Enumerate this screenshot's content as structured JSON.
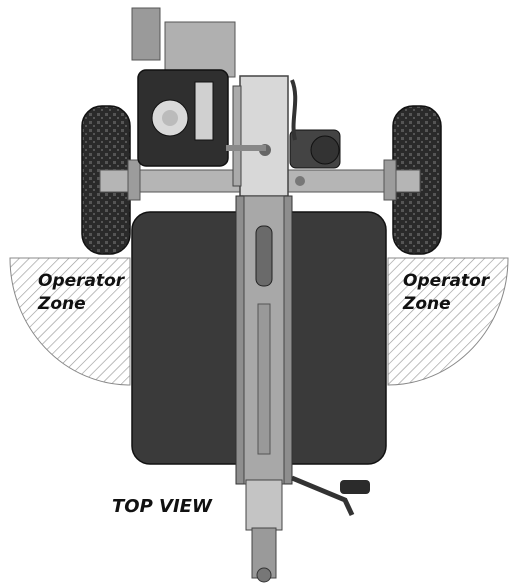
{
  "labels": {
    "left_zone": [
      "Operator",
      "Zone"
    ],
    "right_zone": [
      "Operator",
      "Zone"
    ],
    "view": "TOP VIEW"
  },
  "colors": {
    "plate": "#3a3a3a",
    "beam": "#8e8e8e",
    "tire": "#2a2a2a",
    "frame": "#b5b5b5",
    "engine": "#2f2f2f",
    "hatch": "#9a9a9a"
  }
}
